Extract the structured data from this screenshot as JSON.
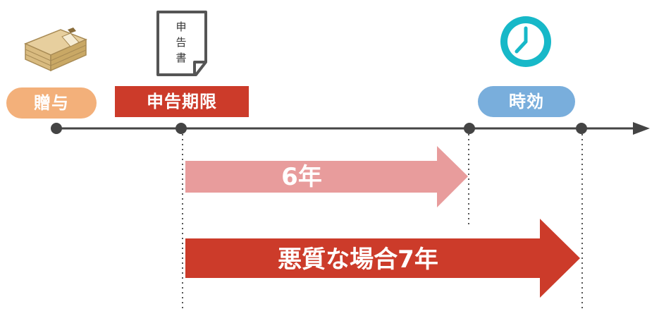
{
  "colors": {
    "gift": "#f3b07a",
    "red": "#cc3b2a",
    "blue": "#79aedc",
    "pink_arrow": "#e89c9c",
    "timeline": "#444444",
    "clock": "#17b8c8"
  },
  "icons": {
    "money": "money-stack-icon",
    "document": "tax-return-document-icon",
    "clock": "clock-icon"
  },
  "document_icon_text": [
    "申",
    "告",
    "書"
  ],
  "labels": {
    "gift": "贈与",
    "deadline": "申告期限",
    "statute": "時効"
  },
  "arrows": {
    "normal": "6年",
    "malicious": "悪質な場合7年"
  }
}
